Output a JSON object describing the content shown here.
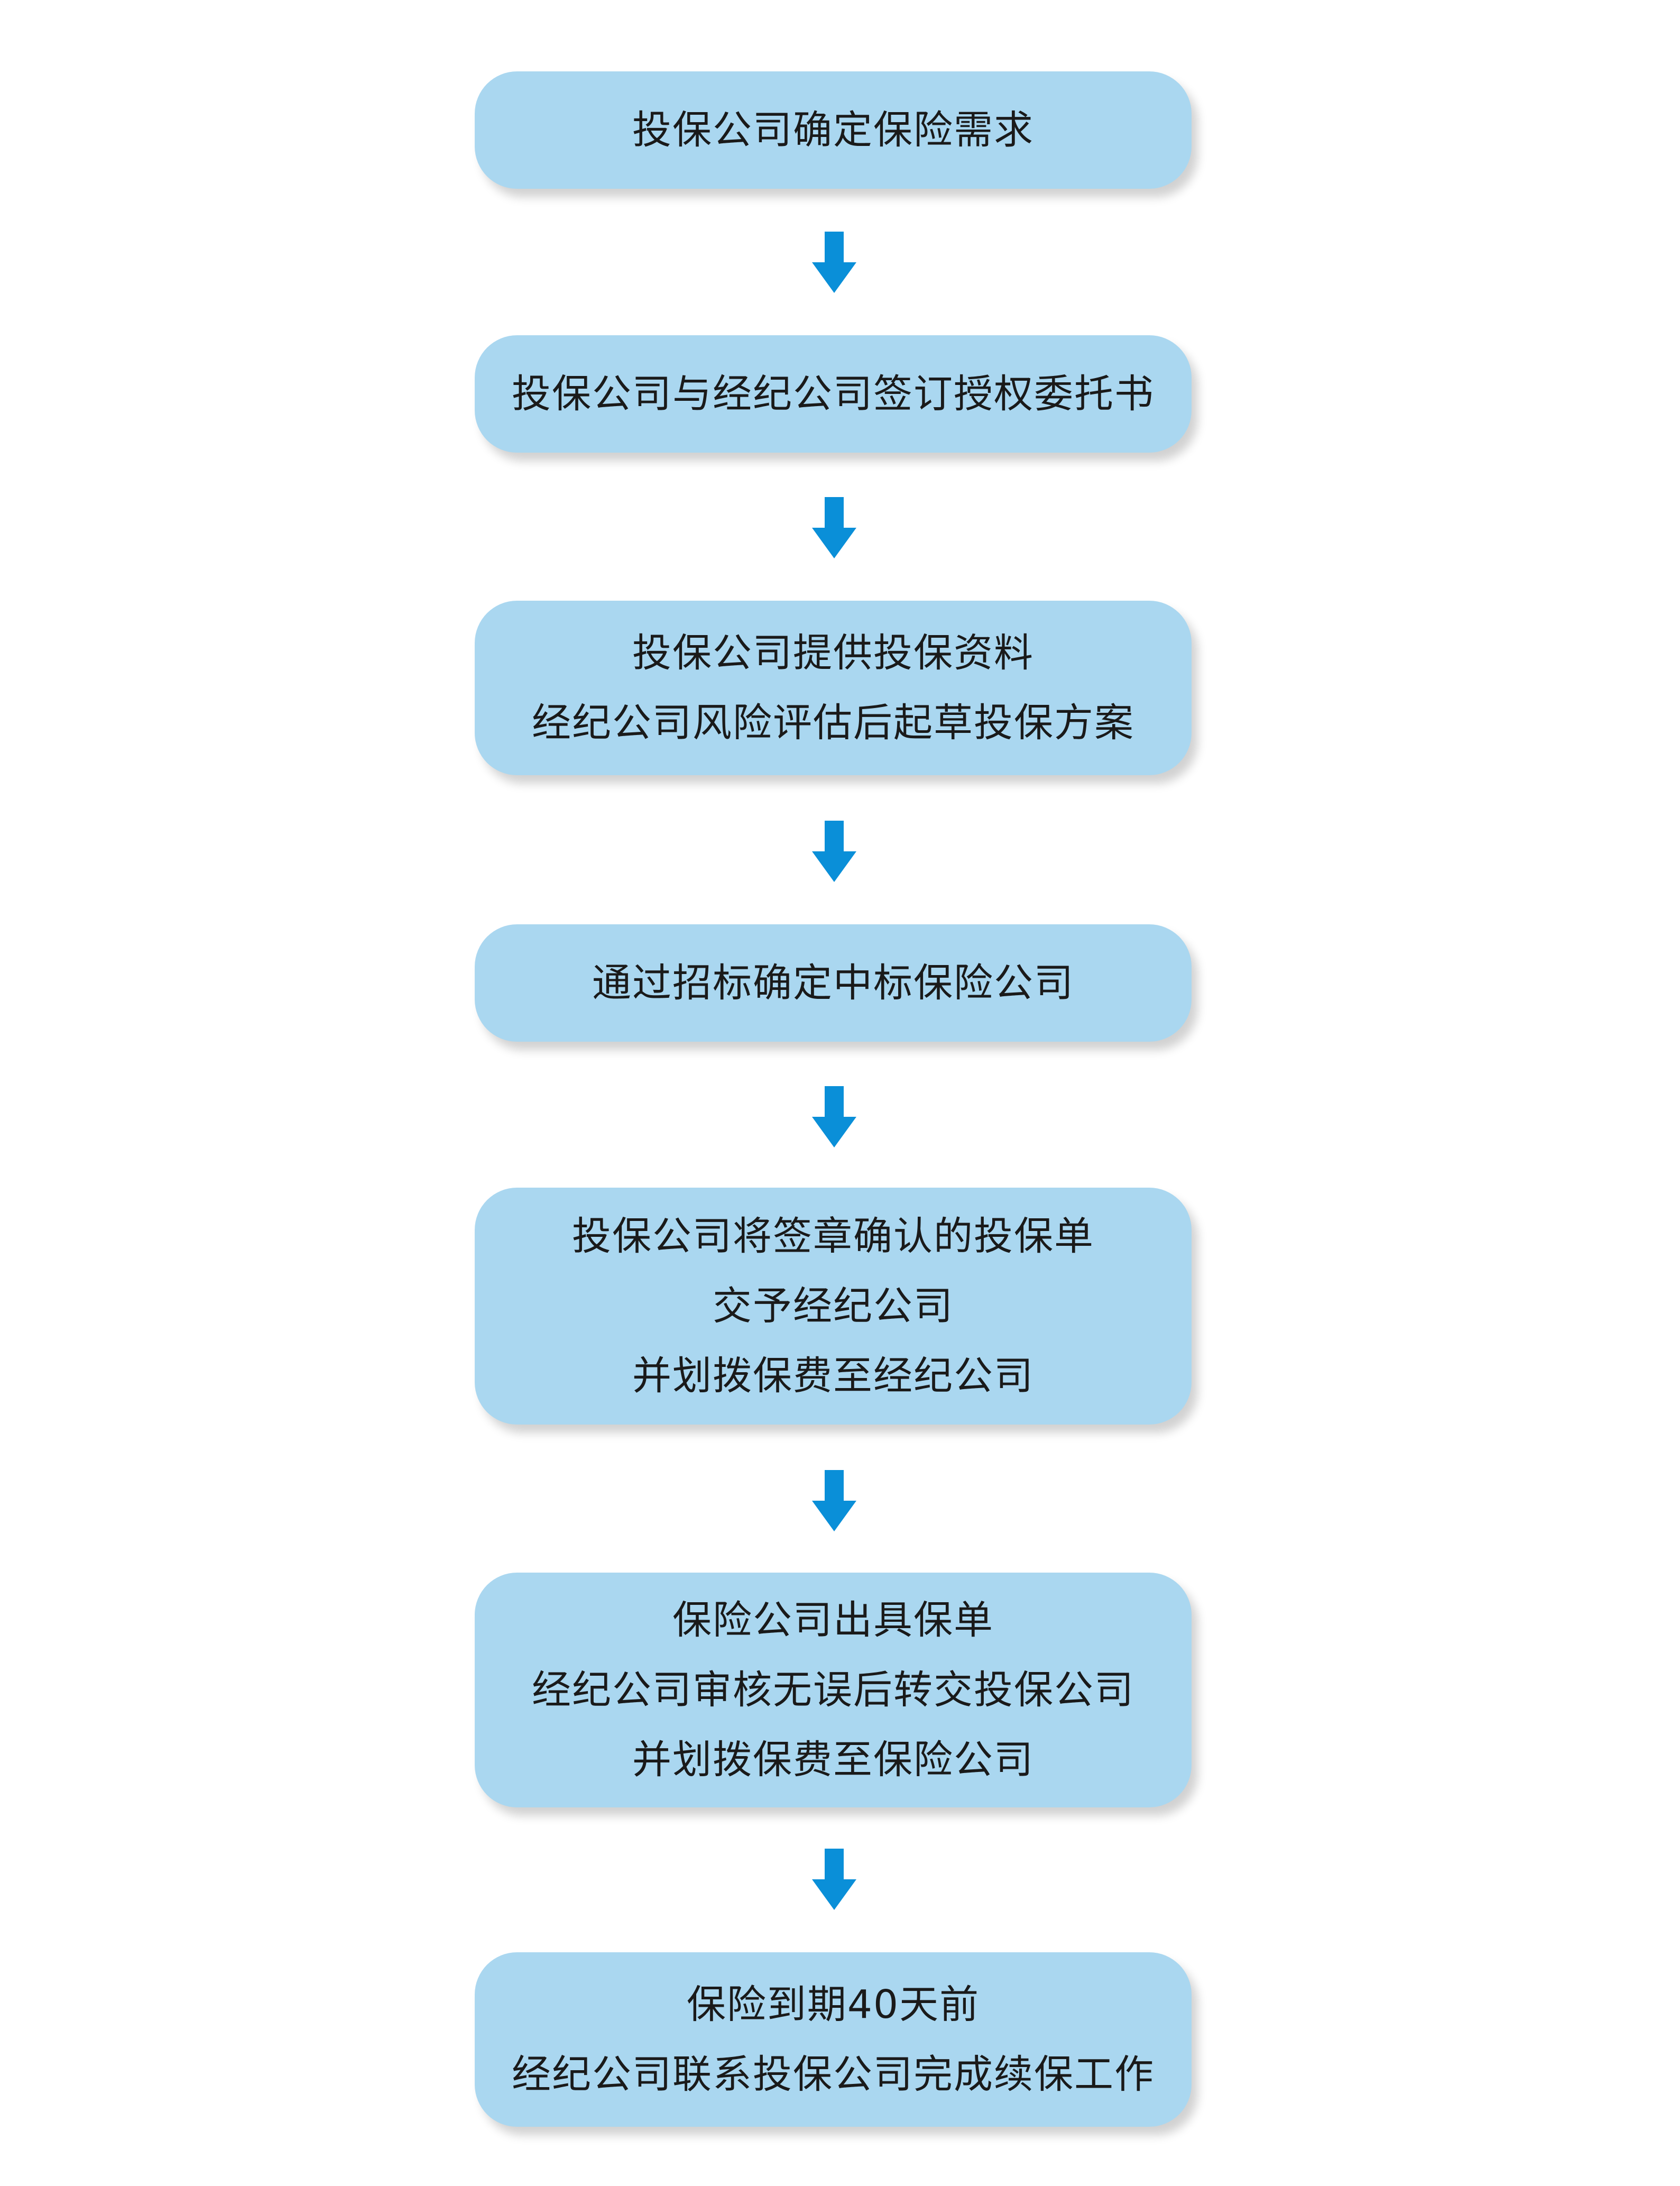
{
  "accent_color": "#0a8fd8",
  "box_color": "#aad7f0",
  "steps": [
    {
      "lines": [
        "投保公司确定保险需求"
      ]
    },
    {
      "lines": [
        "投保公司与经纪公司签订授权委托书"
      ]
    },
    {
      "lines": [
        "投保公司提供投保资料",
        "经纪公司风险评估后起草投保方案"
      ]
    },
    {
      "lines": [
        "通过招标确定中标保险公司"
      ]
    },
    {
      "lines": [
        "投保公司将签章确认的投保单",
        "交予经纪公司",
        "并划拨保费至经纪公司"
      ]
    },
    {
      "lines": [
        "保险公司出具保单",
        "经纪公司审核无误后转交投保公司",
        "并划拨保费至保险公司"
      ]
    },
    {
      "lines": [
        "保险到期40天前",
        "经纪公司联系投保公司完成续保工作"
      ]
    }
  ],
  "arrows": [
    "down-arrow-icon",
    "down-arrow-icon",
    "down-arrow-icon",
    "down-arrow-icon",
    "down-arrow-icon",
    "down-arrow-icon"
  ]
}
